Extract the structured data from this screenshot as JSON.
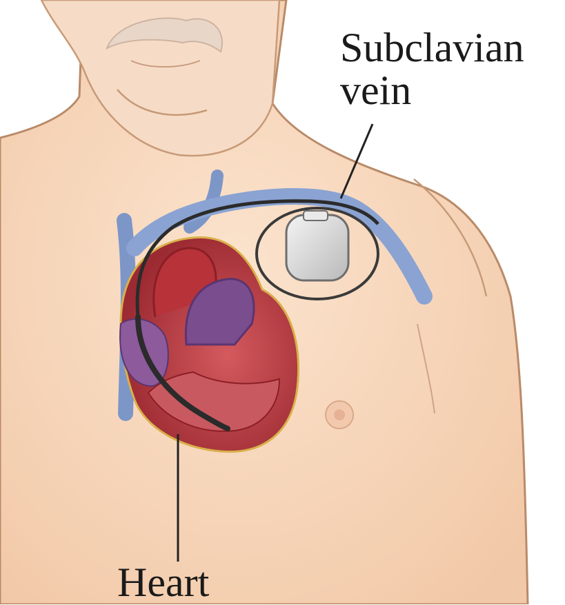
{
  "labels": {
    "subclavian_line1": "Subclavian",
    "subclavian_line2": "vein",
    "heart": "Heart"
  },
  "colors": {
    "background": "#ffffff",
    "skin": "#f7d9bf",
    "skin_outline": "#b98a68",
    "vein": "#7d96c8",
    "heart_red": "#b8323a",
    "heart_purple": "#7a4d8e",
    "pacemaker_body": "#dcdcdc",
    "lead_wire": "#2b2b2b",
    "leader_line": "#222222"
  }
}
